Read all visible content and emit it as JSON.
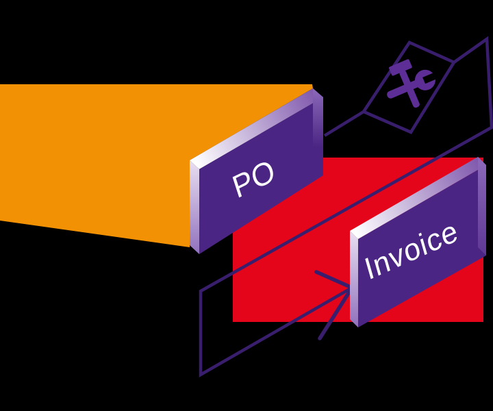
{
  "labels": {
    "po": "PO",
    "invoice": "Invoice"
  },
  "icons": {
    "tools": "hammer-and-wrench"
  },
  "colors": {
    "background": "#000000",
    "orange": "#F29104",
    "red": "#E4051A",
    "panel": "#4B2583",
    "outline": "#3A1E6E",
    "icon": "#5C2E96",
    "text": "#FFFFFF",
    "strip_light": "#FFFFFF",
    "strip_dark": "#7E56AC",
    "side_light": "#E6DCF0",
    "side_dark": "#9070BC",
    "wedge_light": "#8A67B8",
    "wedge_dark": "#4B2583",
    "wedge_dark_strong": "#5E3795"
  }
}
